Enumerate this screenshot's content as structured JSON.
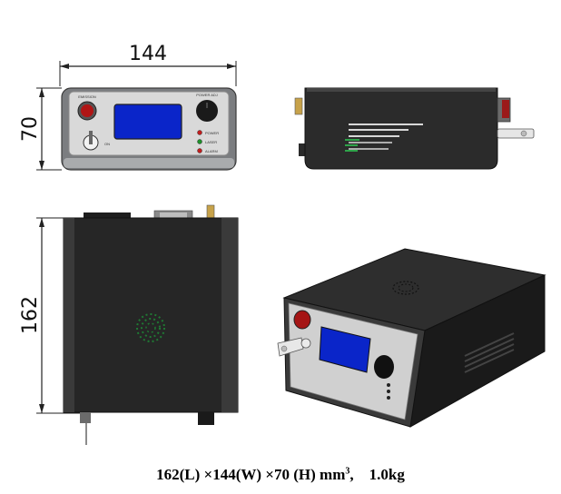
{
  "dimensions": {
    "width": "144",
    "height": "70",
    "length": "162"
  },
  "front_panel": {
    "left_button_label": "EMISSION",
    "right_knob_label": "POWER ADJ",
    "key_label": "ON",
    "led_labels": [
      "POWER",
      "LASER",
      "ALARM"
    ],
    "colors": {
      "body": "#7b7d80",
      "bezel": "#d9d9d9",
      "display": "#0a25c9",
      "button": "#b01515",
      "knob": "#1a1a1a",
      "led_ok": "#1e8f2a",
      "led_alarm": "#c21d1d"
    }
  },
  "side_view": {
    "icon": "vent-lines-icon"
  },
  "caption": {
    "dimensions_text": "162(L) ×144(W) ×70 (H) mm",
    "unit_exponent": "3",
    "separator": ",",
    "weight_text": "1.0kg"
  }
}
